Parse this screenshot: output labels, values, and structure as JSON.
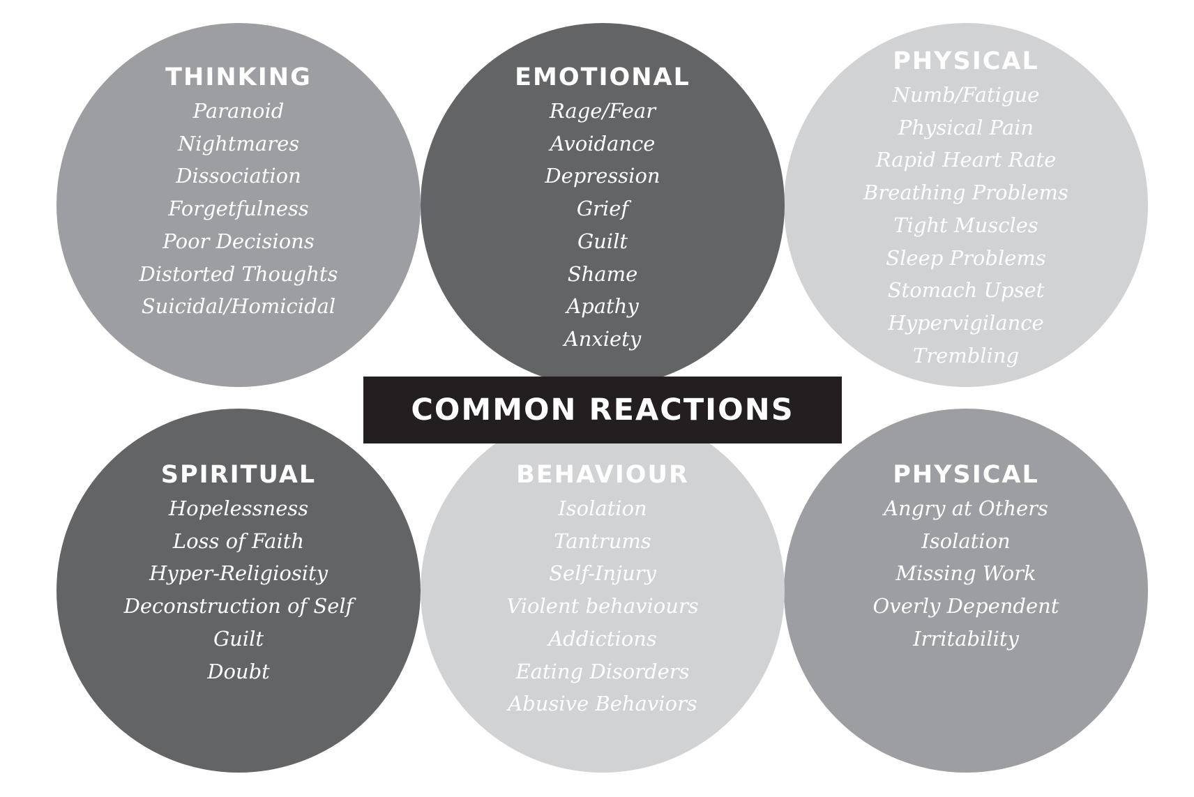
{
  "title": "COMMON REACTIONS",
  "colors": {
    "mid": "#9d9ea1",
    "dark": "#636466",
    "light": "#d1d2d4",
    "banner": "#231f20"
  },
  "circles": [
    {
      "title": "THINKING",
      "items": [
        "Paranoid",
        "Nightmares",
        "Dissociation",
        "Forgetfulness",
        "Poor Decisions",
        "Distorted Thoughts",
        "Suicidal/Homicidal"
      ]
    },
    {
      "title": "EMOTIONAL",
      "items": [
        "Rage/Fear",
        "Avoidance",
        "Depression",
        "Grief",
        "Guilt",
        "Shame",
        "Apathy",
        "Anxiety"
      ]
    },
    {
      "title": "PHYSICAL",
      "items": [
        "Numb/Fatigue",
        "Physical Pain",
        "Rapid Heart Rate",
        "Breathing Problems",
        "Tight Muscles",
        "Sleep Problems",
        "Stomach Upset",
        "Hypervigilance",
        "Trembling"
      ]
    },
    {
      "title": "SPIRITUAL",
      "items": [
        "Hopelessness",
        "Loss of Faith",
        "Hyper-Religiosity",
        "Deconstruction of Self",
        "Guilt",
        "Doubt"
      ]
    },
    {
      "title": "BEHAVIOUR",
      "items": [
        "Isolation",
        "Tantrums",
        "Self-Injury",
        "Violent behaviours",
        "Addictions",
        "Eating Disorders",
        "Abusive Behaviors"
      ]
    },
    {
      "title": "PHYSICAL",
      "items": [
        "Angry at Others",
        "Isolation",
        "Missing Work",
        "Overly Dependent",
        "Irritability"
      ]
    }
  ]
}
